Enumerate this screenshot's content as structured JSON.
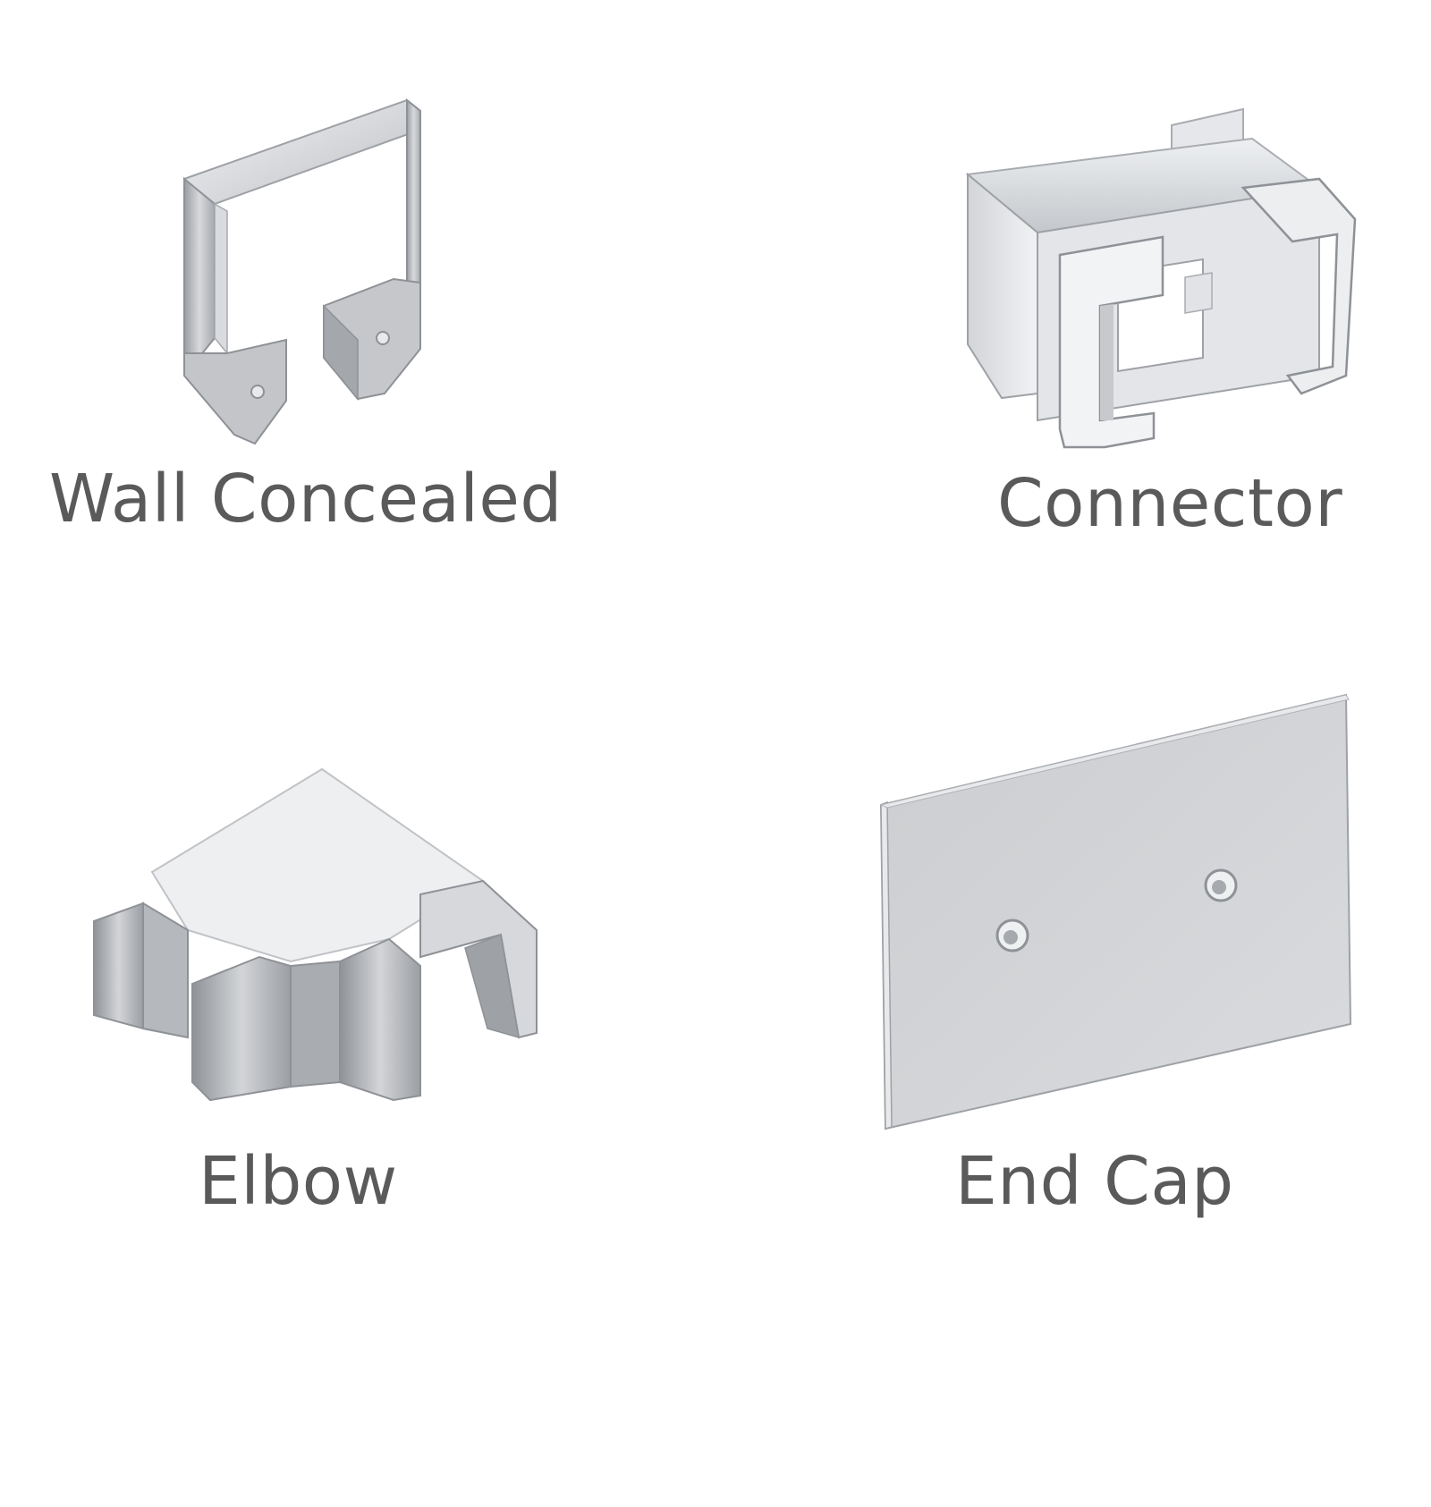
{
  "parts": [
    {
      "name": "wall-concealed",
      "label": "Wall Concealed",
      "icon": "wall-concealed-bracket-icon"
    },
    {
      "name": "connector",
      "label": "Connector",
      "icon": "connector-icon"
    },
    {
      "name": "elbow",
      "label": "Elbow",
      "icon": "elbow-icon"
    },
    {
      "name": "end-cap",
      "label": "End Cap",
      "icon": "end-cap-icon"
    }
  ],
  "colors": {
    "background": "#ffffff",
    "label_text": "#5a5a5a",
    "metal_light": "#f2f3f5",
    "metal_mid": "#c9cbcf",
    "metal_dark": "#8e9196"
  }
}
